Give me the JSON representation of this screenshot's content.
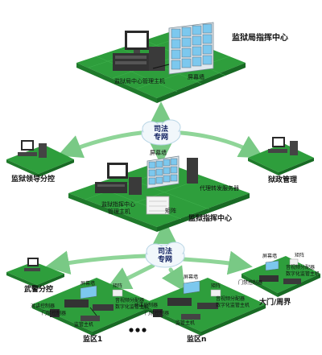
{
  "top_center": {
    "title": "监狱局指挥中心",
    "label_host": "监狱局中心管理主机",
    "label_screen": "屏幕墙"
  },
  "cloud_top": {
    "line1": "司法",
    "line2": "专网"
  },
  "cloud_bottom": {
    "line1": "司法",
    "line2": "专网"
  },
  "leader_branch": {
    "title": "监狱领导分控"
  },
  "prison_admin": {
    "title": "狱政管理"
  },
  "mid_center": {
    "title": "监狱指挥中心",
    "label_screen": "屏幕墙",
    "label_forward": "代理转发服务器",
    "label_host_1": "监狱指挥中心",
    "label_host_2": "管理主机",
    "label_matrix": "矩阵"
  },
  "armed_police": {
    "title": "武警分控"
  },
  "zone1": {
    "title": "监区1",
    "label_screen": "屏幕墙",
    "label_matrix": "矩阵",
    "label_intercom": "对讲控制器",
    "label_door": "门禁控制器",
    "label_video": "音视频分配器",
    "label_digital": "数字化监管主机",
    "label_host": "监管主机"
  },
  "zonen": {
    "title": "监区n",
    "label_screen": "屏幕墙",
    "label_matrix": "矩阵",
    "label_intercom": "对讲控制器",
    "label_door": "门禁控制器",
    "label_video": "音视频分配器",
    "label_digital": "数字化监管主机",
    "label_host": "监管主机"
  },
  "gate": {
    "title": "大门/周界",
    "label_screen": "屏幕墙",
    "label_matrix": "矩阵",
    "label_door": "门禁控制器",
    "label_video": "音视频分配器",
    "label_digital": "数字化监管主机"
  },
  "colors": {
    "platform": "#2e9e3c",
    "platform_dark": "#1f7a2b",
    "arrow": "#7fd08a",
    "cloud": "#e8f3fa",
    "screen": "#9fd6ef"
  }
}
